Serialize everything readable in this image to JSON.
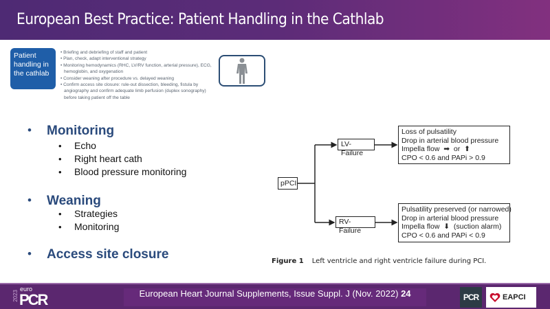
{
  "header": {
    "title": "European Best Practice: Patient Handling in the Cathlab"
  },
  "summary": {
    "box_label": "Patient handling in the cathlab",
    "items": [
      "• Briefing and debriefing of staff and patient",
      "• Plan, check, adapt interventional strategy",
      "• Monitoring hemodynamics (RHC, LV/RV function, arterial pressure), ECG, hemoglobin, and oxygenation",
      "• Consider weaning after procedure vs. delayed weaning",
      "• Confirm access site closure: rule-out dissection, bleeding, fistula by angiography and confirm adequate limb perfusion (duplex sonography) before taking patient off the table"
    ],
    "icon": "person-icon"
  },
  "bullets": [
    {
      "label": "Monitoring",
      "sub": [
        "Echo",
        "Right heart cath",
        "Blood pressure monitoring"
      ]
    },
    {
      "label": "Weaning",
      "sub": [
        "Strategies",
        "Monitoring"
      ]
    },
    {
      "label": "Access site closure",
      "sub": []
    }
  ],
  "bullet_char": "•",
  "diagram": {
    "root": "pPCI",
    "lv": "LV-Failure",
    "rv": "RV-Failure",
    "lv_details": [
      "Loss of pulsatility",
      "Drop in arterial blood pressure",
      "Impella flow  ➡  or  ⬆",
      "CPO < 0.6 and PAPi > 0.9"
    ],
    "rv_details": [
      "Pulsatility preserved (or narrowed)",
      "Drop in arterial blood pressure",
      "Impella flow  ⬇  (suction alarm)",
      "CPO < 0.6 and PAPi < 0.9"
    ],
    "caption_label": "Figure 1",
    "caption": "Left ventricle and right ventricle failure during PCI."
  },
  "footer": {
    "citation": "European Heart Journal Supplements, Issue Suppl. J (Nov. 2022)",
    "page": "24",
    "logo_year": "2023",
    "logo_euro": "euro",
    "logo_pcr": "PCR",
    "pcr_badge": "PCR",
    "eapci": "EAPCI"
  },
  "colors": {
    "header": "#5c2c78",
    "accent_blue": "#1f5ea8",
    "heading": "#2a4a7c",
    "footer": "#5b276f"
  }
}
